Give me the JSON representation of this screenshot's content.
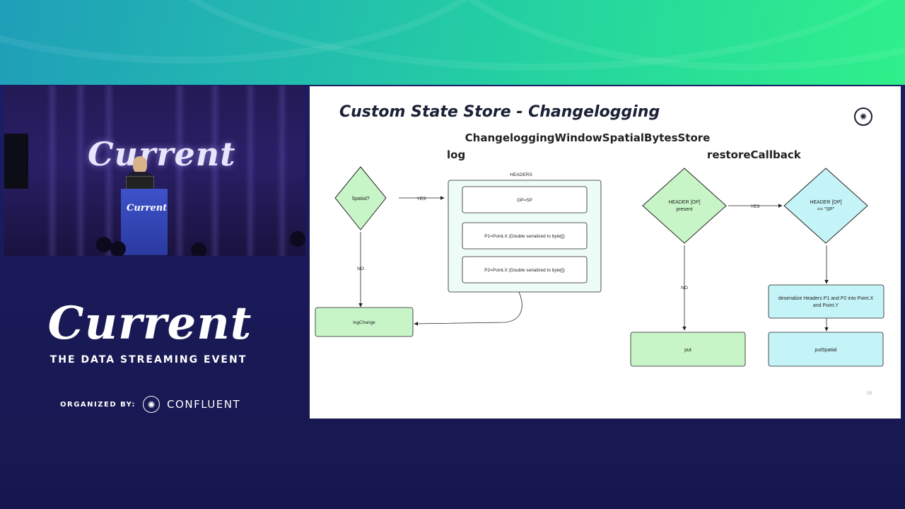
{
  "event": {
    "stage_logo": "Current",
    "podium_logo": "Current",
    "brand_logo": "Current",
    "brand_subtitle": "THE DATA STREAMING EVENT",
    "organized_by": "ORGANIZED BY:",
    "organizer": "CONFLUENT"
  },
  "slide": {
    "title": "Custom State Store - Changelogging",
    "subtitle": "ChangeloggingWindowSpatialBytesStore",
    "log_header": "log",
    "restore_header": "restoreCallback",
    "page_number": "19",
    "log_flow": {
      "decision": "Spatial?",
      "yes_label": "YES",
      "no_label": "NO",
      "headers_title": "HEADERS",
      "header_items": [
        "OP=SP",
        "P1=Point.X (Double serialized to byte[])",
        "P2=Point.X (Double serialized to byte[])"
      ],
      "log_change": "logChange"
    },
    "restore_flow": {
      "decision1_line1": "HEADER [OP]",
      "decision1_line2": "present",
      "yes_label": "YES",
      "no_label": "NO",
      "decision2_line1": "HEADER [OP]",
      "decision2_line2": "== \"SP\"",
      "deserialize_line1": "deserialize Headers P1 and P2 into Point.X",
      "deserialize_line2": "and Point.Y",
      "put": "put",
      "put_spatial": "putSpatial"
    }
  },
  "colors": {
    "green_fill": "#c8f5c8",
    "cyan_fill": "#c4f4f7",
    "headers_fill": "#eefcf8",
    "title_text": "#1a2035"
  }
}
